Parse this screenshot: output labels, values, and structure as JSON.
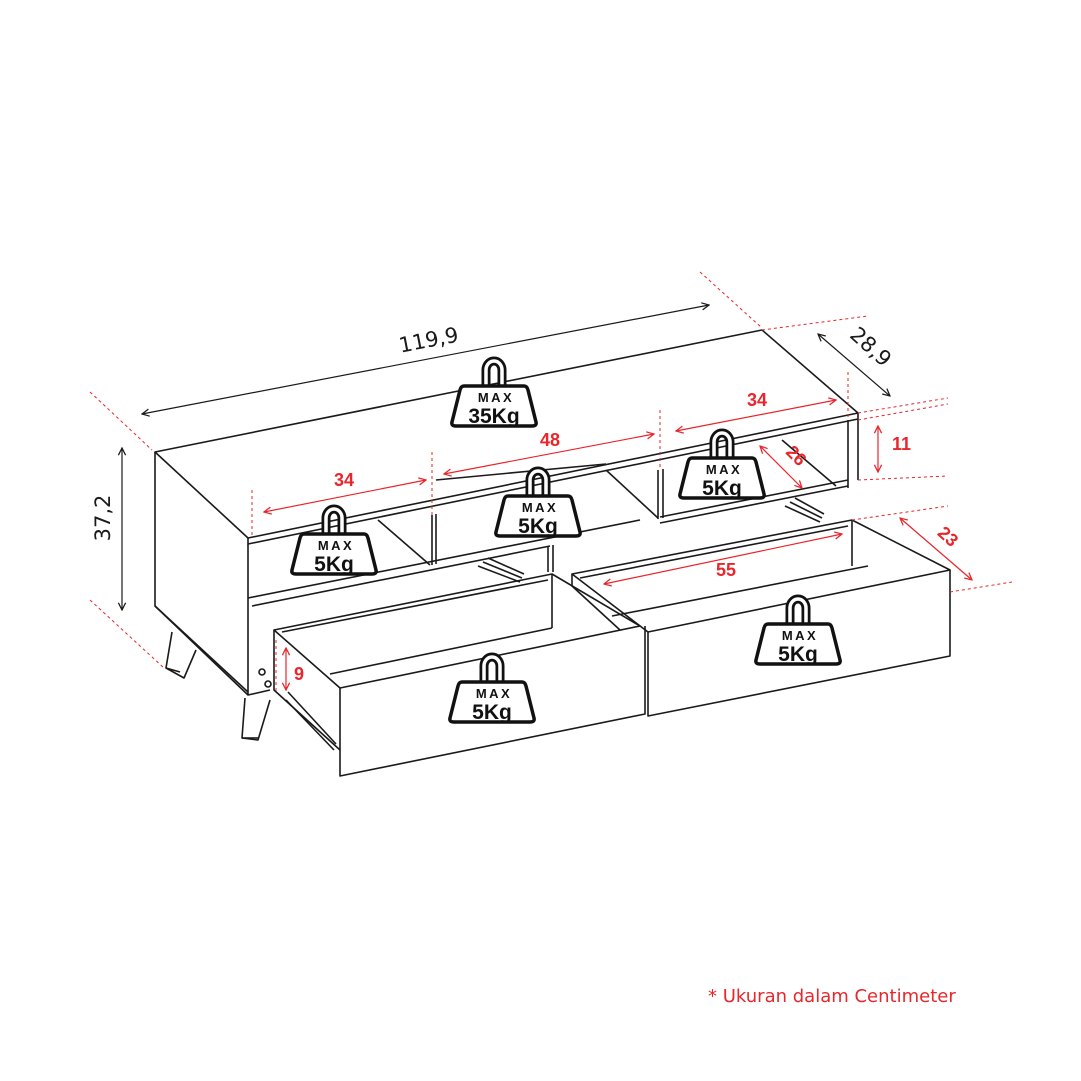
{
  "dimensions": {
    "overall_width": "119,9",
    "overall_depth": "28,9",
    "overall_height": "37,2",
    "shelf_left_width": "34",
    "shelf_middle_width": "48",
    "shelf_right_width": "34",
    "shelf_depth": "26",
    "shelf_height": "11",
    "drawer_width": "55",
    "drawer_depth": "23",
    "drawer_height": "9"
  },
  "weights": {
    "max_label": "MAX",
    "top": "35Kg",
    "shelf_left": "5Kg",
    "shelf_middle": "5Kg",
    "shelf_right": "5Kg",
    "drawer_left": "5Kg",
    "drawer_right": "5Kg"
  },
  "note": "* Ukuran dalam Centimeter",
  "colors": {
    "outline": "#1a1a1a",
    "accent": "#e8262b",
    "weight_fill": "#ffffff"
  }
}
